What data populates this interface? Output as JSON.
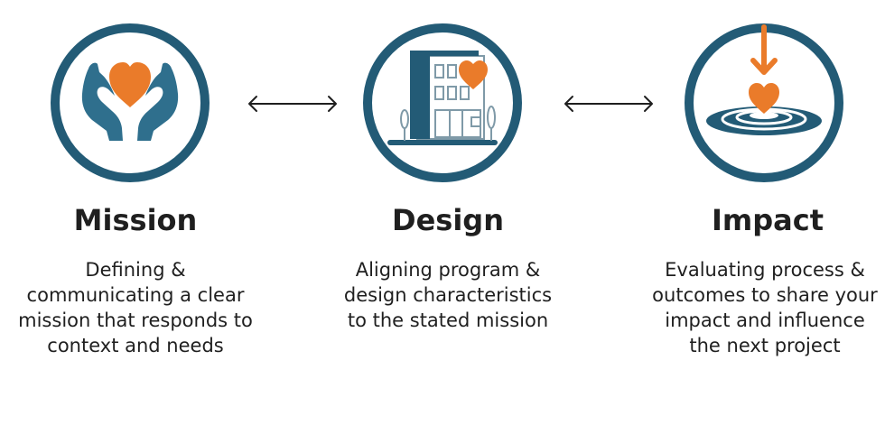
{
  "colors": {
    "ring": "#235b76",
    "fill_dark": "#2f6f8d",
    "heart": "#ea7b2a",
    "text": "#1f1f1f",
    "background": "#ffffff"
  },
  "steps": [
    {
      "title": "Mission",
      "description": "Defining & communicating a clear mission that responds to context and needs",
      "icon": "hands-holding-heart-icon"
    },
    {
      "title": "Design",
      "description": "Aligning program & design characteristics to the stated mission",
      "icon": "building-heart-icon"
    },
    {
      "title": "Impact",
      "description": "Evaluating process & outcomes to share your impact and influence the next project",
      "icon": "heart-drop-ripple-icon"
    }
  ],
  "connectors": [
    {
      "icon": "double-arrow-icon"
    },
    {
      "icon": "double-arrow-icon"
    }
  ]
}
